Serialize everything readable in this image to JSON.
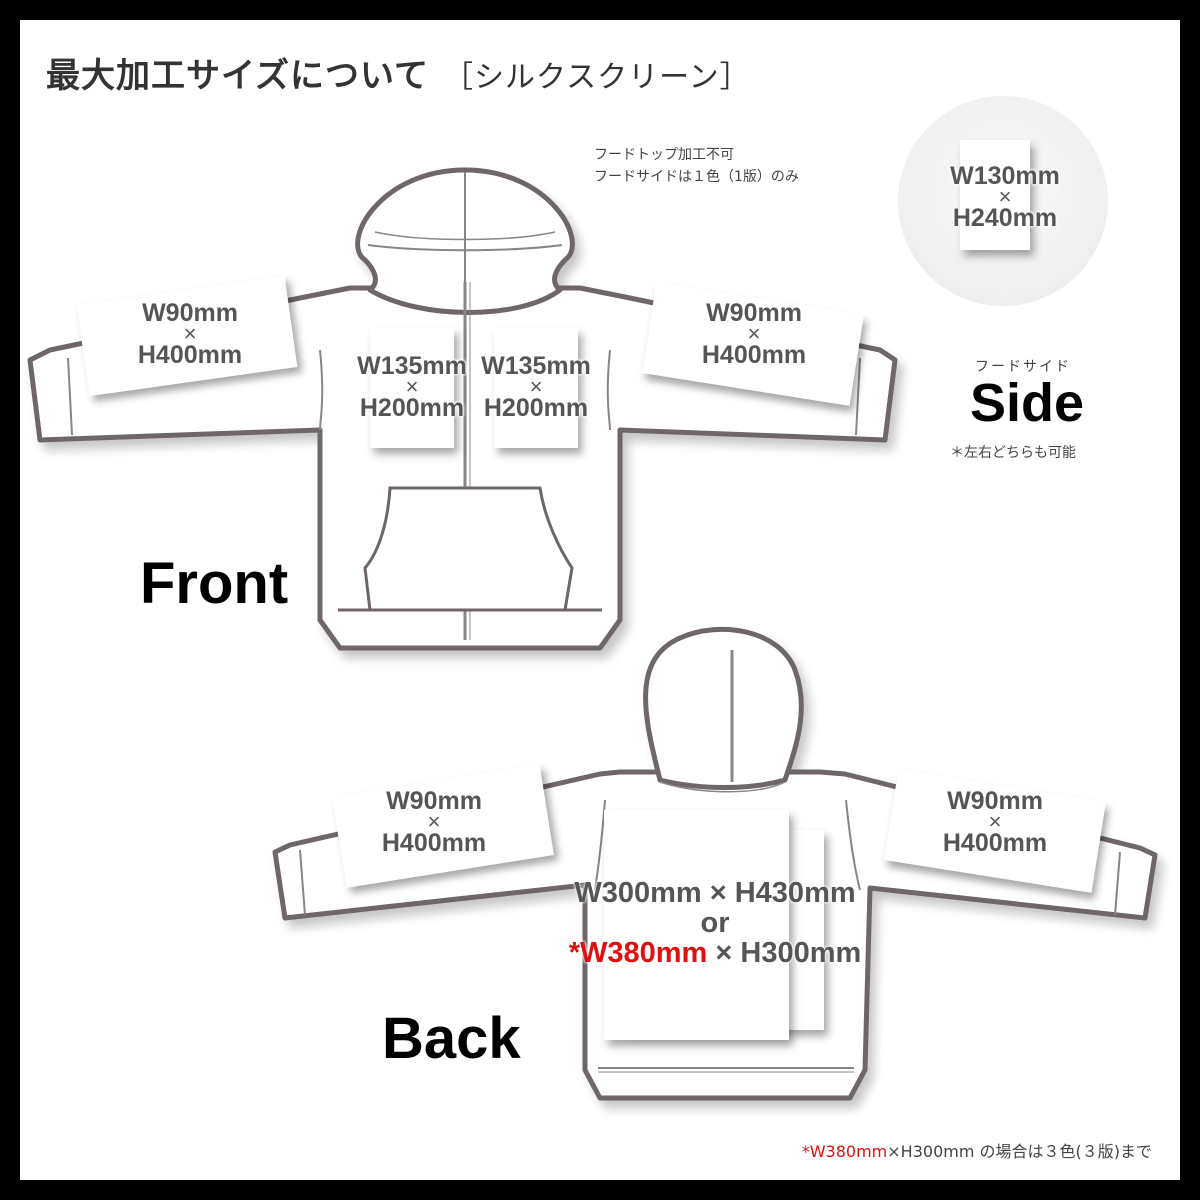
{
  "title": {
    "main": "最大加工サイズについて",
    "sub": "［シルクスクリーン］"
  },
  "hood_note": {
    "line1": "フードトップ加工不可",
    "line2": "フードサイドは１色（1版）のみ"
  },
  "front": {
    "label": "Front",
    "left_sleeve": {
      "w": "W90mm",
      "times": "×",
      "h": "H400mm"
    },
    "right_sleeve": {
      "w": "W90mm",
      "times": "×",
      "h": "H400mm"
    },
    "left_chest": {
      "w": "W135mm",
      "times": "×",
      "h": "H200mm"
    },
    "right_chest": {
      "w": "W135mm",
      "times": "×",
      "h": "H200mm"
    }
  },
  "side": {
    "label": "Side",
    "caption": "フードサイド",
    "note": "＊左右どちらも可能",
    "area": {
      "w": "W130mm",
      "times": "×",
      "h": "H240mm"
    }
  },
  "back": {
    "label": "Back",
    "left_sleeve": {
      "w": "W90mm",
      "times": "×",
      "h": "H400mm"
    },
    "right_sleeve": {
      "w": "W90mm",
      "times": "×",
      "h": "H400mm"
    },
    "body": {
      "option1": "W300mm × H430mm",
      "or": "or",
      "option2_red": "*W380mm",
      "option2_rest": " × H300mm"
    }
  },
  "footnote": {
    "red": "*W380mm",
    "rest": "×H300mm の場合は３色(３版)まで"
  },
  "colors": {
    "accent_red": "#e01010",
    "outline": "#6e6668",
    "text_gray": "#555555"
  }
}
